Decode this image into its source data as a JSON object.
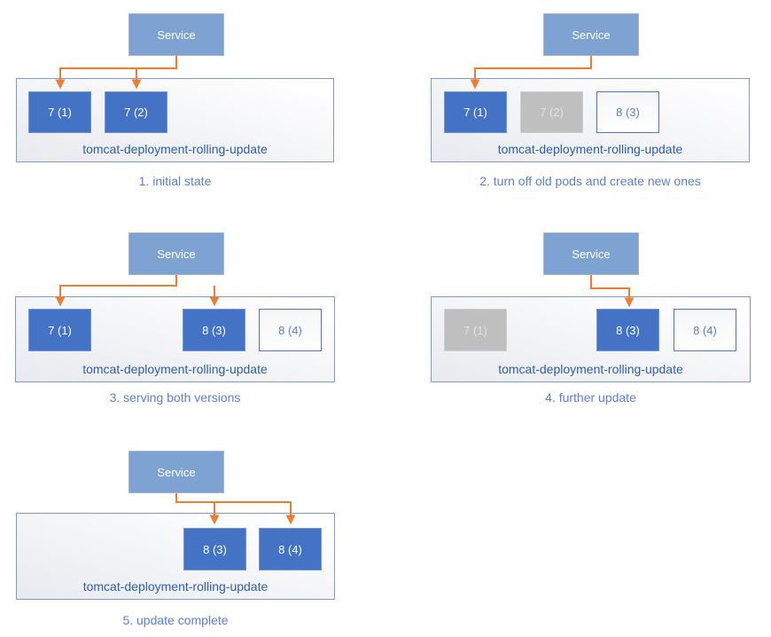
{
  "colors": {
    "pod_active_fill": "#4472c4",
    "pod_terminated_fill": "#bfbfbf",
    "pod_new_border": "#4472c4",
    "service_fill": "#7ea3d2",
    "arrow": "#ed7d31",
    "caption_text": "#5b7fd0",
    "deployment_label_text": "#2e5fa8"
  },
  "panels": [
    {
      "stage": "1",
      "service_label": "Service",
      "deployment_label": "tomcat-deployment-rolling-update",
      "caption": "1. initial state",
      "pods": [
        {
          "label": "7 (1)",
          "state": "active"
        },
        {
          "label": "7 (2)",
          "state": "active"
        }
      ]
    },
    {
      "stage": "2",
      "service_label": "Service",
      "deployment_label": "tomcat-deployment-rolling-update",
      "caption": "2. turn off old pods and create new ones",
      "pods": [
        {
          "label": "7 (1)",
          "state": "active"
        },
        {
          "label": "7 (2)",
          "state": "inactive"
        },
        {
          "label": "8 (3)",
          "state": "pending"
        }
      ]
    },
    {
      "stage": "3",
      "service_label": "Service",
      "deployment_label": "tomcat-deployment-rolling-update",
      "caption": "3. serving both versions",
      "pods": [
        {
          "label": "7 (1)",
          "state": "active"
        },
        {
          "label": "8 (3)",
          "state": "active"
        },
        {
          "label": "8 (4)",
          "state": "pending"
        }
      ]
    },
    {
      "stage": "4",
      "service_label": "Service",
      "deployment_label": "tomcat-deployment-rolling-update",
      "caption": "4. further update",
      "pods": [
        {
          "label": "7 (1)",
          "state": "inactive"
        },
        {
          "label": "8 (3)",
          "state": "active"
        },
        {
          "label": "8 (4)",
          "state": "pending"
        }
      ]
    },
    {
      "stage": "5",
      "service_label": "Service",
      "deployment_label": "tomcat-deployment-rolling-update",
      "caption": "5. update complete",
      "pods": [
        {
          "label": "8 (3)",
          "state": "active"
        },
        {
          "label": "8 (4)",
          "state": "active"
        }
      ]
    }
  ]
}
